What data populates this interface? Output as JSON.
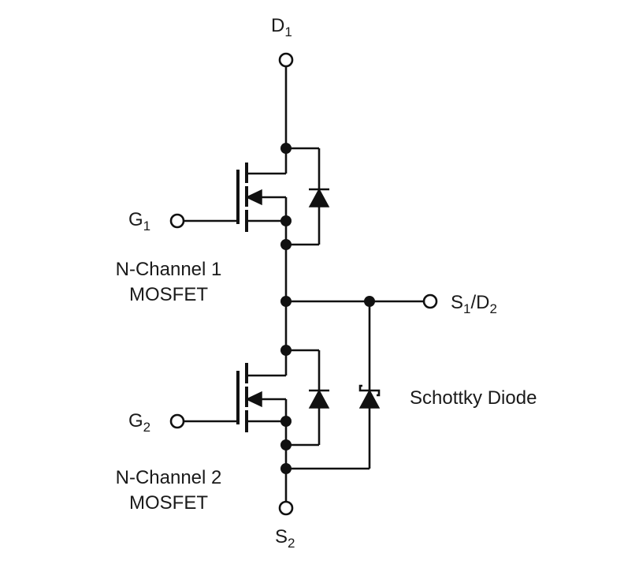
{
  "terminals": {
    "d1": {
      "main": "D",
      "sub": "1"
    },
    "g1": {
      "main": "G",
      "sub": "1"
    },
    "g2": {
      "main": "G",
      "sub": "2"
    },
    "s2": {
      "main": "S",
      "sub": "2"
    },
    "s1d2": {
      "main1": "S",
      "sub1": "1",
      "sep": "/D",
      "sub2": "2"
    }
  },
  "labels": {
    "mosfet1_line1": "N-Channel 1",
    "mosfet1_line2": "MOSFET",
    "mosfet2_line1": "N-Channel 2",
    "mosfet2_line2": "MOSFET",
    "schottky": "Schottky Diode"
  }
}
